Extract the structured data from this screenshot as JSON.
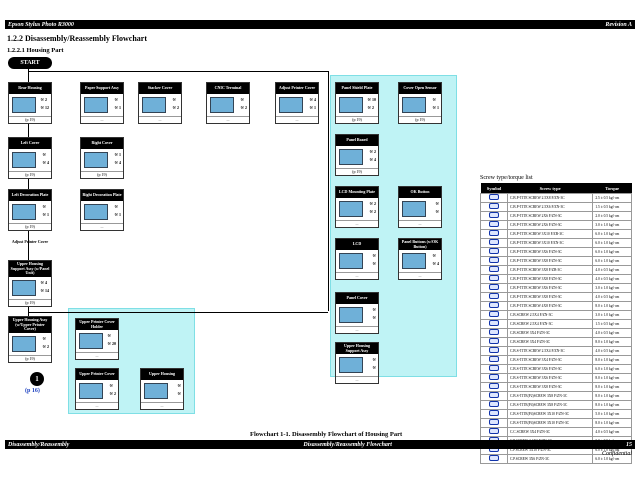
{
  "header": {
    "product": "Epson Stylus Photo R3000",
    "revision": "Revision A"
  },
  "section": {
    "title": "1.2.2  Disassembly/Reassembly Flowchart",
    "subtitle": "1.2.2.1  Housing Part"
  },
  "start_label": "START",
  "blocks": [
    {
      "id": "rear-housing",
      "title": "Rear Housing",
      "counts": [
        "2",
        "12"
      ],
      "foot": "(p 19)"
    },
    {
      "id": "paper-support",
      "title": "Paper Support Assy",
      "counts": [
        "",
        "1"
      ],
      "foot": "..."
    },
    {
      "id": "stacker-cover",
      "title": "Stacker Cover",
      "counts": [
        "",
        "2"
      ],
      "foot": "..."
    },
    {
      "id": "cnic-terminal",
      "title": "CNIC Terminal",
      "counts": [
        "",
        "2"
      ],
      "foot": "..."
    },
    {
      "id": "adjust-printer-cover-top",
      "title": "Adjust Printer Cover",
      "counts": [
        "4",
        "1"
      ],
      "foot": "..."
    },
    {
      "id": "left-cover",
      "title": "Left Cover",
      "counts": [
        "",
        "4"
      ],
      "foot": "(p 19)"
    },
    {
      "id": "right-cover",
      "title": "Right Cover",
      "counts": [
        "1",
        "4"
      ],
      "foot": "(p 19)"
    },
    {
      "id": "left-deco",
      "title": "Left Decoration Plate",
      "counts": [
        "",
        "1"
      ],
      "foot": "(p 19)"
    },
    {
      "id": "right-deco",
      "title": "Right Decoration Plate",
      "counts": [
        "",
        "1"
      ],
      "foot": "..."
    },
    {
      "id": "upper-housing-support",
      "title": "Upper Housing Support Assy (w/Panel Unit)",
      "counts": [
        "4",
        "14"
      ],
      "foot": "(p 19)"
    },
    {
      "id": "upper-housing-assy",
      "title": "Upper Housing Assy (w/Upper Printer Cover)",
      "counts": [
        "",
        "2"
      ],
      "foot": "(p 19)"
    },
    {
      "id": "upper-printer-cover-holder",
      "title": "Upper Printer Cover Holder",
      "counts": [
        "",
        "20"
      ],
      "foot": "..."
    },
    {
      "id": "upper-printer-cover",
      "title": "Upper Printer Cover",
      "counts": [
        "",
        "2"
      ],
      "foot": "..."
    },
    {
      "id": "upper-housing",
      "title": "Upper Housing",
      "counts": [
        "",
        ""
      ],
      "foot": "..."
    },
    {
      "id": "panel-shield",
      "title": "Panel Shield Plate",
      "counts": [
        "10",
        "2"
      ],
      "foot": "(p 19)"
    },
    {
      "id": "cover-open-sensor",
      "title": "Cover Open Sensor",
      "counts": [
        "",
        "1"
      ],
      "foot": "(p 19)"
    },
    {
      "id": "panel-board",
      "title": "Panel Board",
      "counts": [
        "2",
        "4"
      ],
      "foot": "(p 19)"
    },
    {
      "id": "lcd-mounting",
      "title": "LCD Mounting Plate",
      "counts": [
        "2",
        "2"
      ],
      "foot": "..."
    },
    {
      "id": "ok-button",
      "title": "OK Button",
      "counts": [
        "",
        ""
      ],
      "foot": "..."
    },
    {
      "id": "lcd",
      "title": "LCD",
      "counts": [
        "",
        ""
      ],
      "foot": "..."
    },
    {
      "id": "panel-buttons",
      "title": "Panel Buttons (w/OK Button)",
      "counts": [
        "",
        "4"
      ],
      "foot": "..."
    },
    {
      "id": "panel-cover",
      "title": "Panel Cover",
      "counts": [
        "",
        ""
      ],
      "foot": "..."
    },
    {
      "id": "upper-housing-support-2",
      "title": "Upper Housing Support Assy",
      "counts": [
        "",
        ""
      ],
      "foot": "..."
    }
  ],
  "adjust_printer_cover_label": "Adjust Printer Cover",
  "continue_number": "1",
  "continue_page": "(p 16)",
  "caption": "Flowchart 1-1.  Disassembly Flowchart of Housing Part",
  "table": {
    "label": "Screw type/torque list",
    "headers": [
      "Symbol",
      "Screw type",
      "Torque"
    ],
    "rows": [
      [
        "C.B.P-TITE SCREW 2.5X8 F/ZN-3C",
        "2.5 ± 0.5 kgf·cm"
      ],
      [
        "C.B.P-TITE SCREW 2.5X6 F/ZN-3C",
        "1.5 ± 0.5 kgf·cm"
      ],
      [
        "C.B.P-TITE SCREW 2X6 F/ZN-3C",
        "2.0 ± 0.5 kgf·cm"
      ],
      [
        "C.B.P-TITE SCREW 2X6 F/ZN-3C",
        "3.0 ± 1.0 kgf·cm"
      ],
      [
        "C.B.P-TITE SCREW 3X10 F/ZB-3C",
        "6.0 ± 1.0 kgf·cm"
      ],
      [
        "C.B.P-TITE SCREW 3X10 F/ZN-3C",
        "6.0 ± 1.0 kgf·cm"
      ],
      [
        "C.B.P-TITE SCREW 3X6 F/ZN-3C",
        "6.0 ± 1.0 kgf·cm"
      ],
      [
        "C.B.P-TITE SCREW 3X8 F/ZN-3C",
        "6.0 ± 1.0 kgf·cm"
      ],
      [
        "C.B.P-TITE SCREW 3X8 F/ZB-3C",
        "4.0 ± 0.5 kgf·cm"
      ],
      [
        "C.B.P-TITE SCREW 3X8 F/ZN-3C",
        "4.0 ± 0.5 kgf·cm"
      ],
      [
        "C.B.P-TITE SCREW 3X6 F/ZN-3C",
        "3.0 ± 1.0 kgf·cm"
      ],
      [
        "C.B.P-TITE SCREW 3X8 F/ZN-3C",
        "4.0 ± 0.5 kgf·cm"
      ],
      [
        "C.B.P-TITE SCREW 4X8 F/ZN-3C",
        "8.0 ± 1.0 kgf·cm"
      ],
      [
        "C.B.SCREW 2.5X4 F/ZN-3C",
        "3.0 ± 1.0 kgf·cm"
      ],
      [
        "C.B.SCREW 2.5X4 F/ZN-3C",
        "1.5 ± 0.5 kgf·cm"
      ],
      [
        "C.B.SCREW 3X4 F/ZN-3C",
        "4.0 ± 0.5 kgf·cm"
      ],
      [
        "C.B.SCREW 3X4 F/ZN-3C",
        "8.0 ± 1.0 kgf·cm"
      ],
      [
        "C.B.S-TITE SCREW 2.5X4 F/ZN-3C",
        "4.0 ± 0.5 kgf·cm"
      ],
      [
        "C.B.S-TITE SCREW 3X4 F/ZN-3C",
        "8.0 ± 1.0 kgf·cm"
      ],
      [
        "C.B.S-TITE SCREW 3X6 F/ZN-3C",
        "6.0 ± 1.0 kgf·cm"
      ],
      [
        "C.B.S-TITE SCREW 3X6 F/ZN-3C",
        "8.0 ± 1.0 kgf·cm"
      ],
      [
        "C.B.S-TITE SCREW 3X8 F/ZN-3C",
        "8.0 ± 1.0 kgf·cm"
      ],
      [
        "C.B.S-TITE(P2)SCREW 3X8 F/ZN-3C",
        "8.0 ± 1.0 kgf·cm"
      ],
      [
        "C.B.S-TITE(P4)SCREW 3X8 F/ZN-3C",
        "8.0 ± 1.0 kgf·cm"
      ],
      [
        "C.B.S-TITE(P4)SCREW 3X10 F/ZN-3C",
        "5.0 ± 1.0 kgf·cm"
      ],
      [
        "C.B.S-TITE(P4)SCREW 3X10 F/ZN-3C",
        "8.0 ± 1.0 kgf·cm"
      ],
      [
        "C.C.SCREW 3X4 F/ZN-3C",
        "4.0 ± 0.5 kgf·cm"
      ],
      [
        "C.P.SCREW 2.6X3 F/ZN-3C",
        "3.0 ± 0.5 kgf·cm"
      ],
      [
        "C.P.SCREW 3X10 F/ZN-3C",
        "6.0 ± 1.0 kgf·cm"
      ],
      [
        "C.P.SCREW 3X6 F/ZN-3C",
        "6.0 ± 1.0 kgf·cm"
      ]
    ]
  },
  "footer": {
    "left": "Disassembly/Reassembly",
    "center": "Disassembly/Reassembly Flowchart",
    "page": "15",
    "conf": "Confidential"
  }
}
